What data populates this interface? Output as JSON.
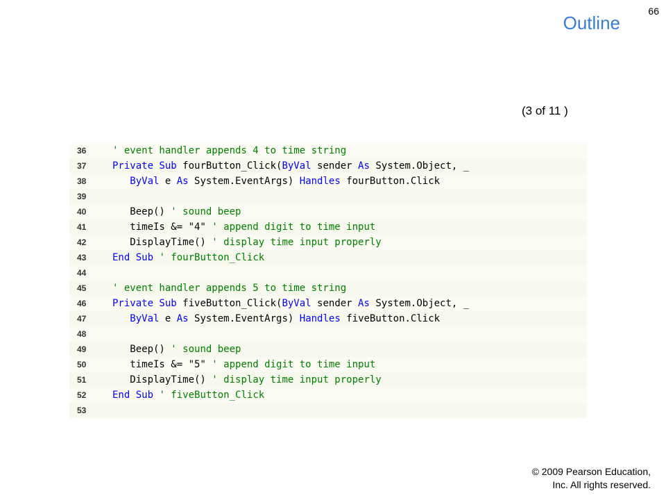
{
  "slide": {
    "page_number": "66",
    "title": "Outline",
    "part_indicator": "(3 of 11 )",
    "copyright_line1": "© 2009 Pearson Education,",
    "copyright_line2": "Inc.  All rights reserved."
  },
  "code": {
    "lines": [
      {
        "number": "36",
        "segments": [
          {
            "text": "' event handler appends 4 to time string",
            "style": "cm"
          }
        ]
      },
      {
        "number": "37",
        "segments": [
          {
            "text": "Private Sub ",
            "style": "kw"
          },
          {
            "text": "fourButton_Click(",
            "style": ""
          },
          {
            "text": "ByVal",
            "style": "kw"
          },
          {
            "text": " sender ",
            "style": ""
          },
          {
            "text": "As",
            "style": "kw"
          },
          {
            "text": " System.Object, _",
            "style": ""
          }
        ]
      },
      {
        "number": "38",
        "segments": [
          {
            "text": "   ",
            "style": ""
          },
          {
            "text": "ByVal",
            "style": "kw"
          },
          {
            "text": " e ",
            "style": ""
          },
          {
            "text": "As",
            "style": "kw"
          },
          {
            "text": " System.EventArgs) ",
            "style": ""
          },
          {
            "text": "Handles",
            "style": "kw"
          },
          {
            "text": " fourButton.Click",
            "style": ""
          }
        ]
      },
      {
        "number": "39",
        "segments": []
      },
      {
        "number": "40",
        "segments": [
          {
            "text": "   Beep() ",
            "style": ""
          },
          {
            "text": "' sound beep",
            "style": "cm"
          }
        ]
      },
      {
        "number": "41",
        "segments": [
          {
            "text": "   timeIs &= \"4\" ",
            "style": ""
          },
          {
            "text": "' append digit to time input",
            "style": "cm"
          }
        ]
      },
      {
        "number": "42",
        "segments": [
          {
            "text": "   DisplayTime() ",
            "style": ""
          },
          {
            "text": "' display time input properly",
            "style": "cm"
          }
        ]
      },
      {
        "number": "43",
        "segments": [
          {
            "text": "End Sub",
            "style": "kw"
          },
          {
            "text": " ",
            "style": ""
          },
          {
            "text": "' fourButton_Click",
            "style": "cm"
          }
        ]
      },
      {
        "number": "44",
        "segments": []
      },
      {
        "number": "45",
        "segments": [
          {
            "text": "' event handler appends 5 to time string",
            "style": "cm"
          }
        ]
      },
      {
        "number": "46",
        "segments": [
          {
            "text": "Private Sub ",
            "style": "kw"
          },
          {
            "text": "fiveButton_Click(",
            "style": ""
          },
          {
            "text": "ByVal",
            "style": "kw"
          },
          {
            "text": " sender ",
            "style": ""
          },
          {
            "text": "As",
            "style": "kw"
          },
          {
            "text": " System.Object, _",
            "style": ""
          }
        ]
      },
      {
        "number": "47",
        "segments": [
          {
            "text": "   ",
            "style": ""
          },
          {
            "text": "ByVal",
            "style": "kw"
          },
          {
            "text": " e ",
            "style": ""
          },
          {
            "text": "As",
            "style": "kw"
          },
          {
            "text": " System.EventArgs) ",
            "style": ""
          },
          {
            "text": "Handles",
            "style": "kw"
          },
          {
            "text": " fiveButton.Click",
            "style": ""
          }
        ]
      },
      {
        "number": "48",
        "segments": []
      },
      {
        "number": "49",
        "segments": [
          {
            "text": "   Beep() ",
            "style": ""
          },
          {
            "text": "' sound beep",
            "style": "cm"
          }
        ]
      },
      {
        "number": "50",
        "segments": [
          {
            "text": "   timeIs &= \"5\" ",
            "style": ""
          },
          {
            "text": "' append digit to time input",
            "style": "cm"
          }
        ]
      },
      {
        "number": "51",
        "segments": [
          {
            "text": "   DisplayTime() ",
            "style": ""
          },
          {
            "text": "' display time input properly",
            "style": "cm"
          }
        ]
      },
      {
        "number": "52",
        "segments": [
          {
            "text": "End Sub",
            "style": "kw"
          },
          {
            "text": " ",
            "style": ""
          },
          {
            "text": "' fiveButton_Click",
            "style": "cm"
          }
        ]
      },
      {
        "number": "53",
        "segments": []
      }
    ]
  }
}
